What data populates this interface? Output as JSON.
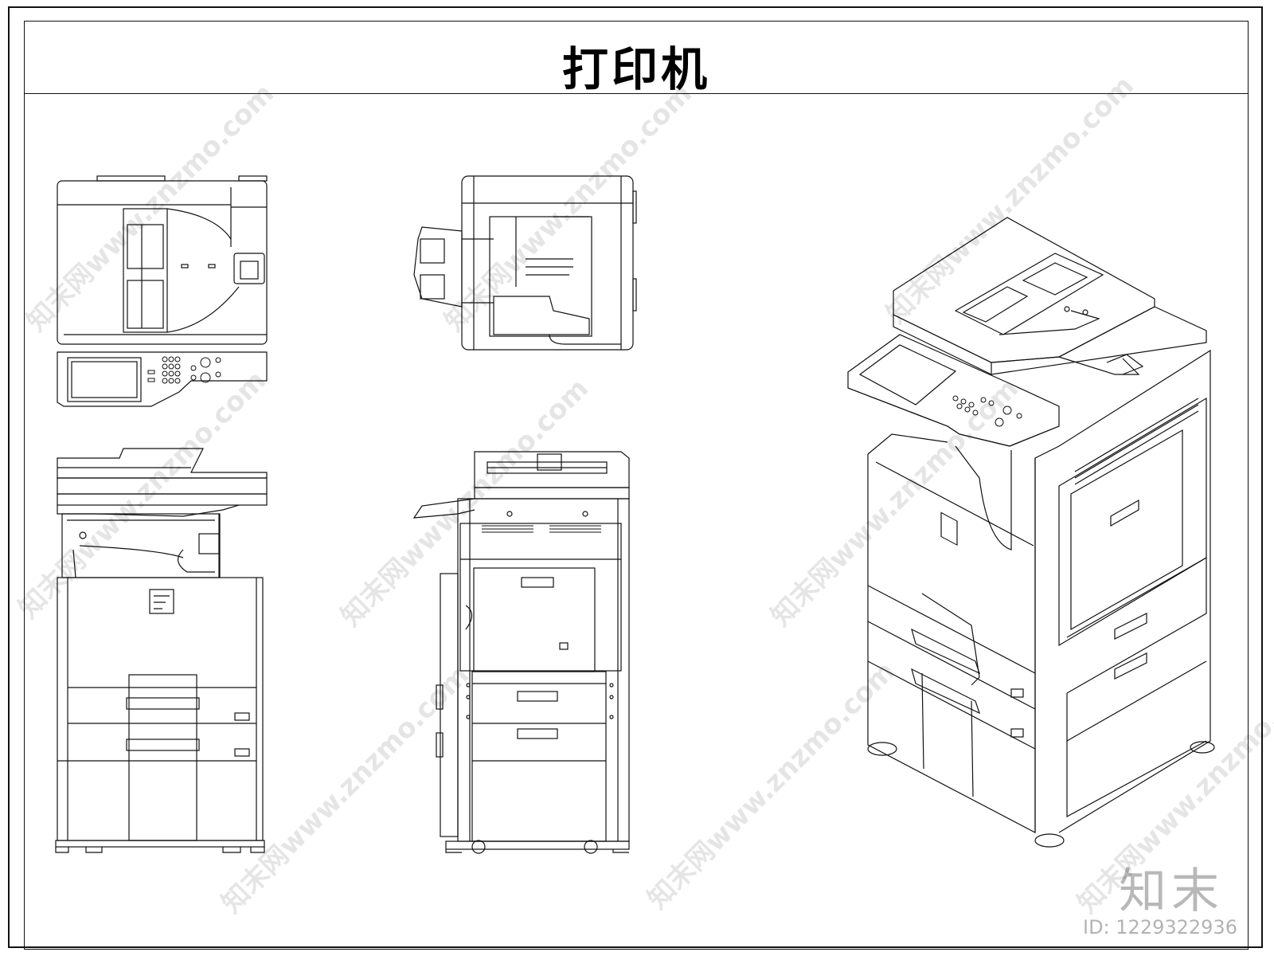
{
  "title": "打印机",
  "watermark": {
    "text": "知末网www.znzmo.com",
    "brand": "知末",
    "id_label": "ID: 1229322936"
  },
  "views": [
    {
      "name": "top-view"
    },
    {
      "name": "side-view-top"
    },
    {
      "name": "front-elevation"
    },
    {
      "name": "side-elevation"
    },
    {
      "name": "isometric-view"
    }
  ]
}
